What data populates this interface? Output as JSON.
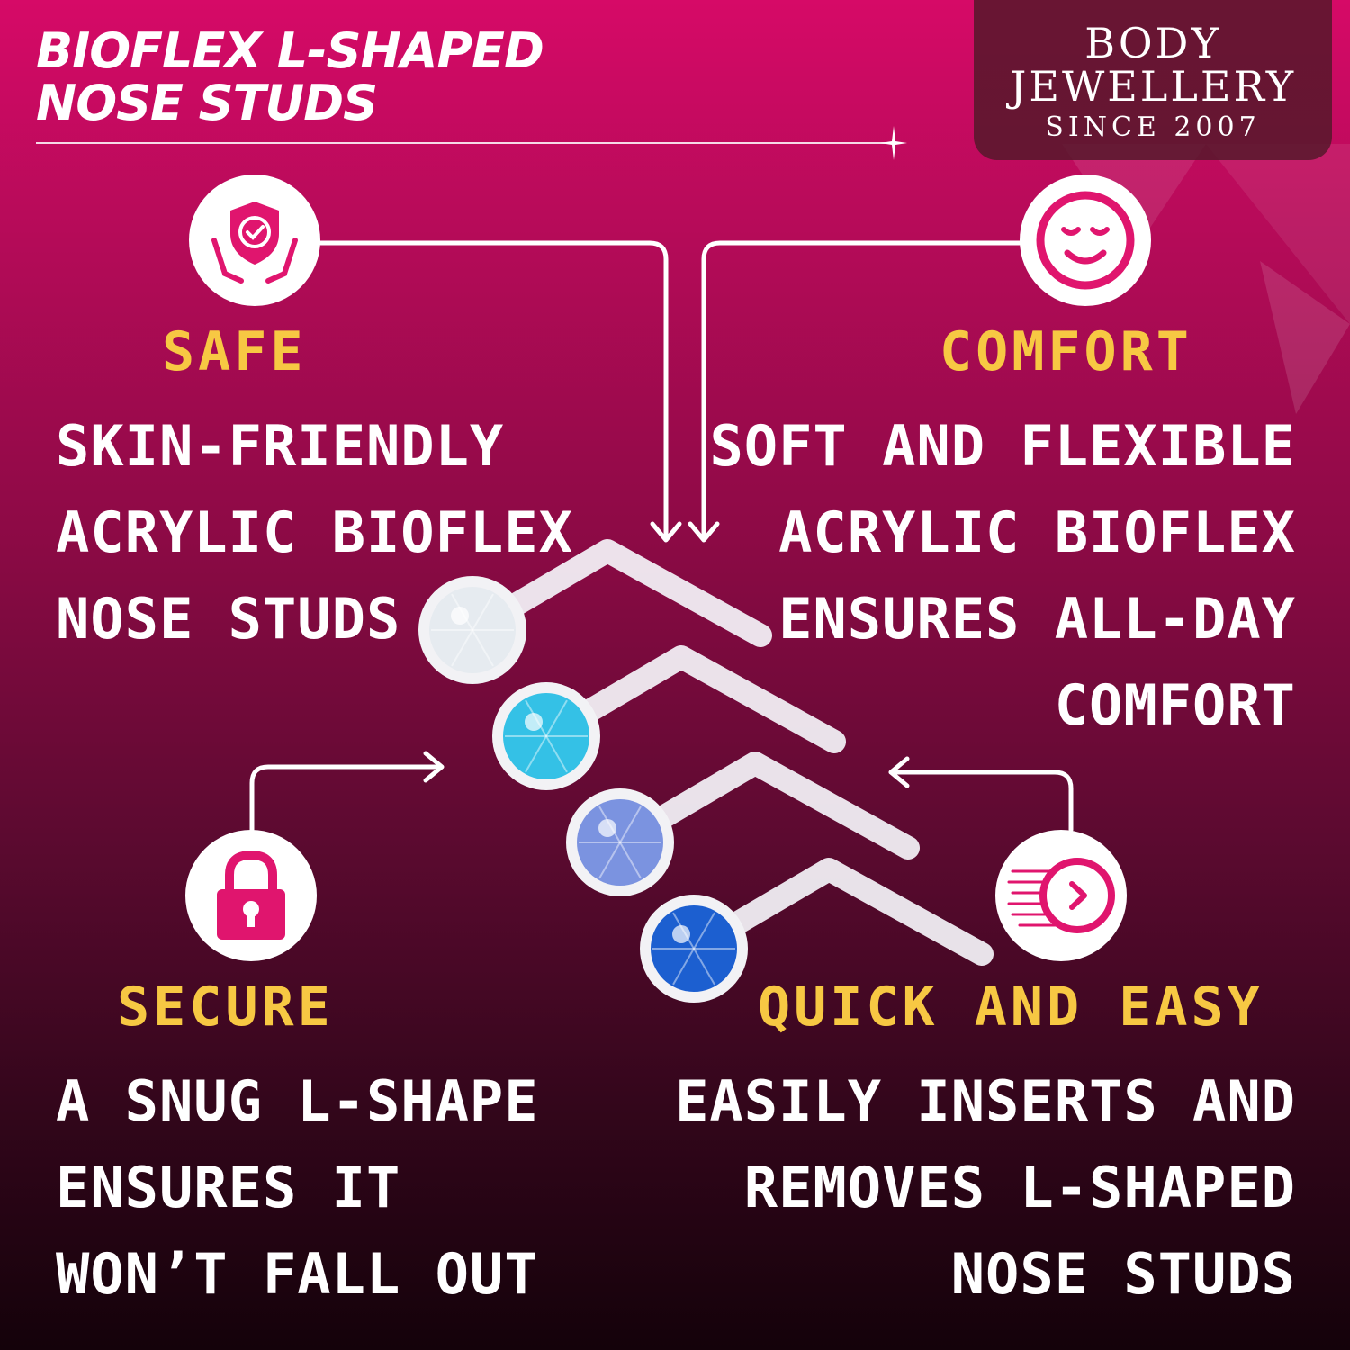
{
  "header": {
    "title_line1": "BIOFLEX L-SHAPED",
    "title_line2": "NOSE STUDS"
  },
  "brand": {
    "line1": "BODY",
    "line2": "JEWELLERY",
    "line3": "SINCE 2007"
  },
  "colors": {
    "accent_yellow": "#f7c843",
    "icon_pink": "#e0156e",
    "background_top": "#d60a67",
    "background_bottom": "#14020a"
  },
  "features": [
    {
      "icon": "shield-check-hands-icon",
      "heading": "SAFE",
      "lines": [
        "Skin-friendly",
        "Acrylic Bioflex",
        "Nose Studs"
      ]
    },
    {
      "icon": "smiley-face-icon",
      "heading": "COMFORT",
      "lines": [
        "Soft and flexible",
        "Acrylic bioflex",
        "ensures all-day",
        "comfort"
      ]
    },
    {
      "icon": "padlock-icon",
      "heading": "SECURE",
      "lines": [
        "A Snug L-shape",
        "Ensures It",
        "Won’t Fall Out"
      ]
    },
    {
      "icon": "fast-clock-icon",
      "heading": "QUICK AND EASY",
      "lines": [
        "Easily Inserts And",
        "Removes L-shaped",
        "Nose Studs"
      ]
    }
  ],
  "product": {
    "gem_colors": [
      "#e6ebf0",
      "#34c1e6",
      "#7b93e0",
      "#1c5fd0"
    ]
  }
}
